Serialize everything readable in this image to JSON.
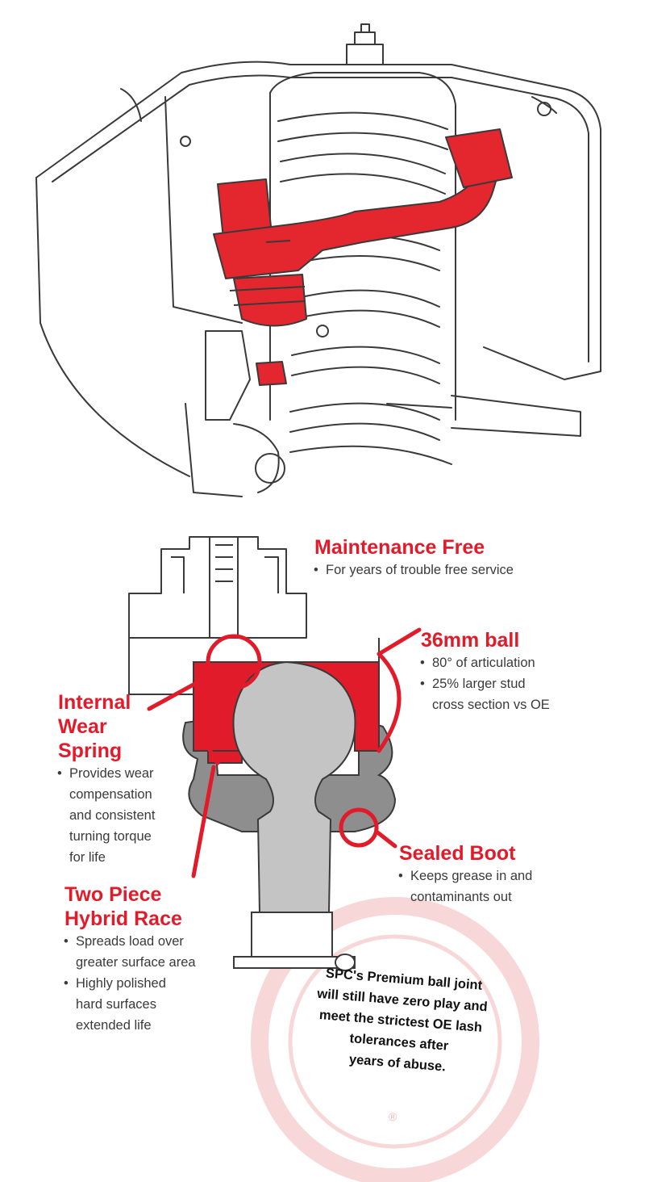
{
  "colors": {
    "accent": "#e21b2a",
    "line": "#3a3a3a",
    "part_gray": "#c4c4c4",
    "boot_gray": "#8e8e8e",
    "stamp": "#f2b7b8"
  },
  "callouts": {
    "maintenance": {
      "title": "Maintenance Free",
      "bullets": [
        "For years of trouble free service"
      ]
    },
    "ball36": {
      "title": "36mm ball",
      "bullets": [
        "80° of articulation",
        "25% larger stud\ncross section vs OE"
      ]
    },
    "spring": {
      "title": "Internal\nWear\nSpring",
      "bullets": [
        "Provides wear\ncompensation\nand consistent\nturning torque\nfor life"
      ]
    },
    "boot": {
      "title": "Sealed Boot",
      "bullets": [
        "Keeps grease in and\ncontaminants out"
      ]
    },
    "race": {
      "title": "Two Piece\nHybrid Race",
      "bullets": [
        "Spreads load over\ngreater surface area",
        "Highly polished\nhard surfaces\nextended life"
      ]
    }
  },
  "stamp": {
    "text": "SPC's Premium ball joint\nwill still have zero play and\nmeet the strictest OE lash\ntolerances after\nyears of abuse.",
    "registered_mark": "®"
  }
}
